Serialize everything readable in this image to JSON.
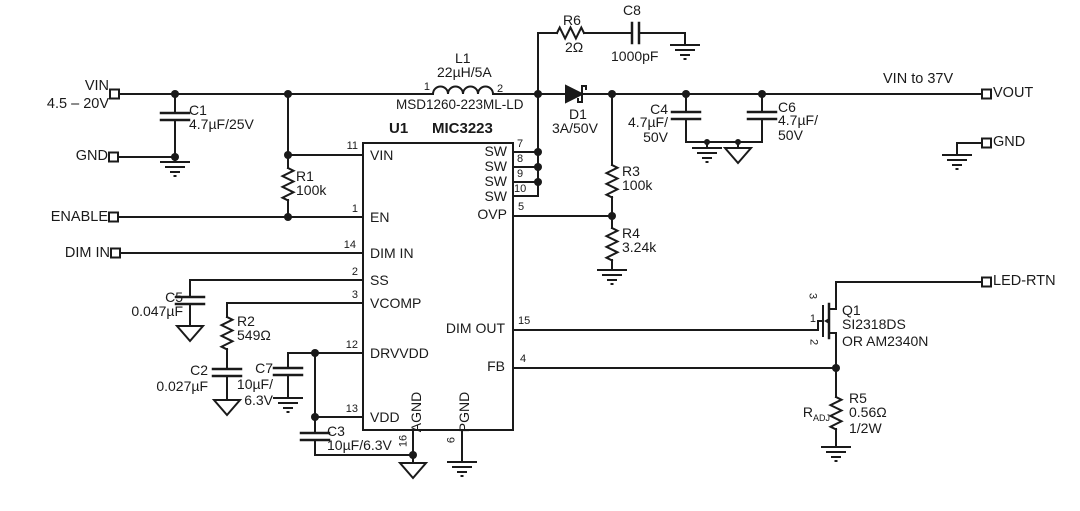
{
  "colors": {
    "line": "#1a1a1a",
    "background": "#ffffff"
  },
  "terminals": {
    "vin": {
      "label": "VIN",
      "sub": "4.5 – 20V"
    },
    "gnd_in": {
      "label": "GND"
    },
    "enable": {
      "label": "ENABLE"
    },
    "dim_in": {
      "label": "DIM IN"
    },
    "vout": {
      "label": "VOUT",
      "note": "VIN  to 37V"
    },
    "gnd_out": {
      "label": "GND"
    },
    "led_rtn": {
      "label": "LED-RTN"
    }
  },
  "ic": {
    "ref": "U1",
    "part": "MIC3223",
    "pins": {
      "vin": {
        "num": "11",
        "label": "VIN"
      },
      "en": {
        "num": "1",
        "label": "EN"
      },
      "dim_in": {
        "num": "14",
        "label": "DIM IN"
      },
      "ss": {
        "num": "2",
        "label": "SS"
      },
      "vcomp": {
        "num": "3",
        "label": "VCOMP"
      },
      "drvvdd": {
        "num": "12",
        "label": "DRVVDD"
      },
      "vdd": {
        "num": "13",
        "label": "VDD"
      },
      "sw1": {
        "num": "7",
        "label": "SW"
      },
      "sw2": {
        "num": "8",
        "label": "SW"
      },
      "sw3": {
        "num": "9",
        "label": "SW"
      },
      "sw4": {
        "num": "10",
        "label": "SW"
      },
      "ovp": {
        "num": "5",
        "label": "OVP"
      },
      "dim_out": {
        "num": "15",
        "label": "DIM OUT"
      },
      "fb": {
        "num": "4",
        "label": "FB"
      },
      "agnd": {
        "num": "16",
        "label": "AGND"
      },
      "pgnd": {
        "num": "6",
        "label": "PGND"
      }
    }
  },
  "components": {
    "c1": {
      "ref": "C1",
      "value": "4.7µF/25V"
    },
    "r1": {
      "ref": "R1",
      "value": "100k"
    },
    "l1": {
      "ref": "L1",
      "value": "22µH/5A",
      "part": "MSD1260-223ML-LD",
      "pin1": "1",
      "pin2": "2"
    },
    "r6": {
      "ref": "R6",
      "value": "2Ω"
    },
    "c8": {
      "ref": "C8",
      "value": "1000pF"
    },
    "d1": {
      "ref": "D1",
      "value": "3A/50V"
    },
    "c4": {
      "ref": "C4",
      "value_l1": "4.7µF/",
      "value_l2": "50V"
    },
    "c6": {
      "ref": "C6",
      "value_l1": "4.7µF/",
      "value_l2": "50V"
    },
    "r3": {
      "ref": "R3",
      "value": "100k"
    },
    "r4": {
      "ref": "R4",
      "value": "3.24k"
    },
    "c5": {
      "ref": "C5",
      "value": "0.047µF"
    },
    "r2": {
      "ref": "R2",
      "value": "549Ω"
    },
    "c2": {
      "ref": "C2",
      "value": "0.027µF"
    },
    "c7": {
      "ref": "C7",
      "value_l1": "10µF/",
      "value_l2": "6.3V"
    },
    "c3": {
      "ref": "C3",
      "value": "10µF/6.3V"
    },
    "q1": {
      "ref": "Q1",
      "part": "SI2318DS",
      "alt": "OR AM2340N",
      "pin_d": "3",
      "pin_g": "1",
      "pin_s": "2"
    },
    "r5": {
      "ref": "R5",
      "value": "0.56Ω",
      "power": "1/2W",
      "adj_r": "R",
      "adj_sub": "ADJ"
    }
  }
}
